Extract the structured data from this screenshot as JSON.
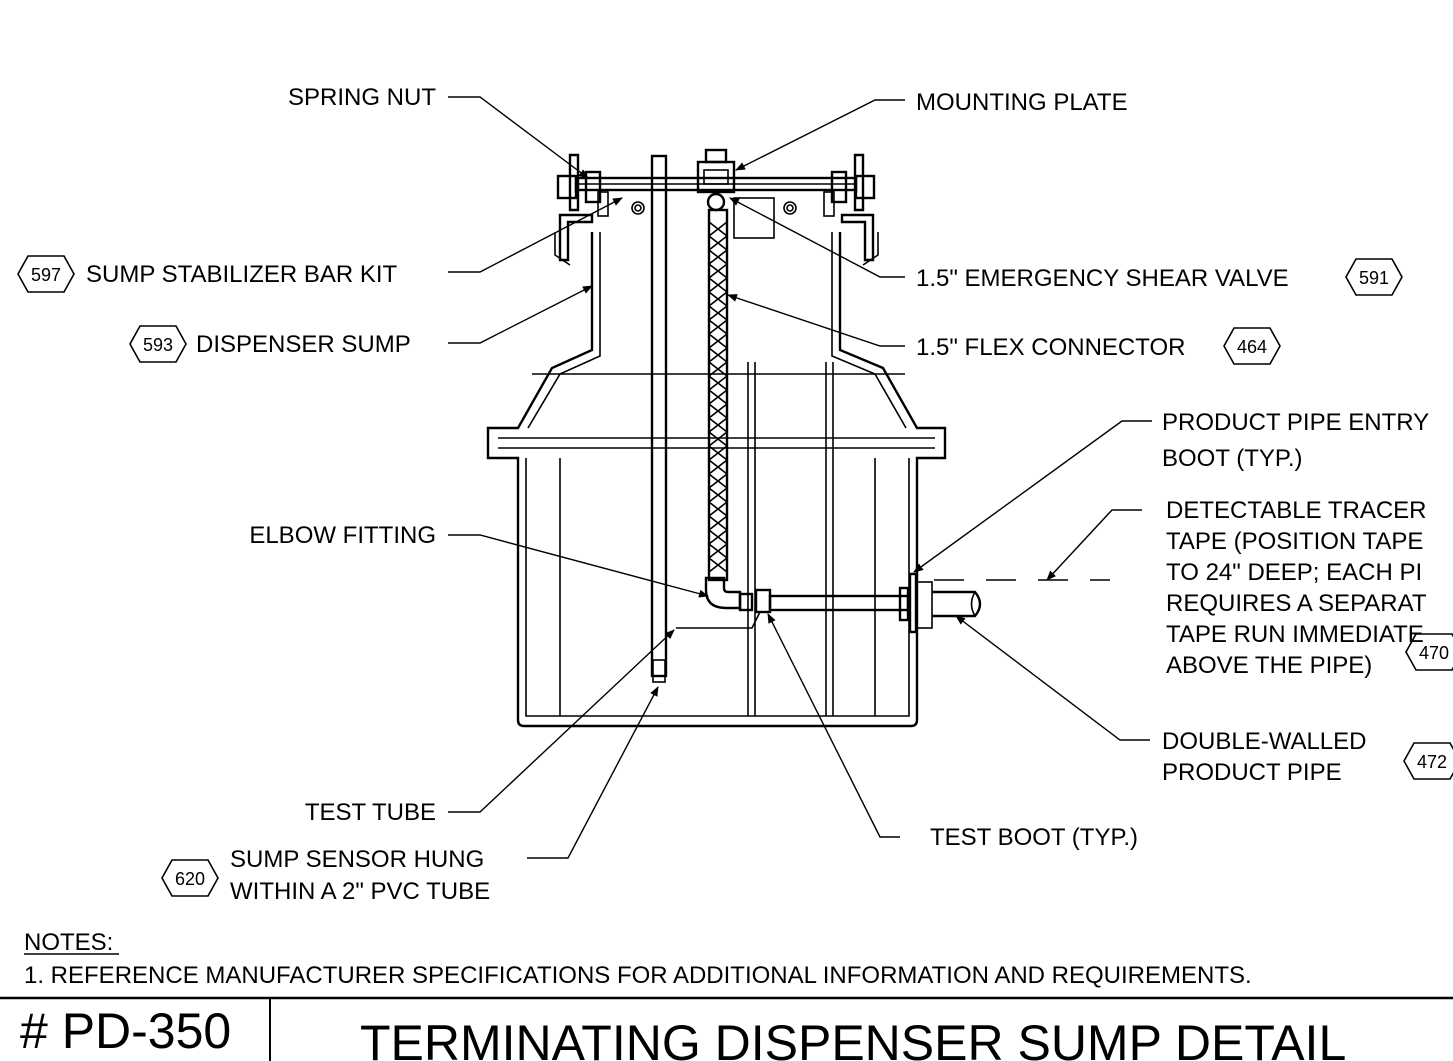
{
  "callouts": {
    "spring_nut": "SPRING NUT",
    "mounting_plate": "MOUNTING PLATE",
    "stabilizer": {
      "tag": "597",
      "label": "SUMP STABILIZER BAR KIT"
    },
    "shear_valve": {
      "label": "1.5\" EMERGENCY SHEAR VALVE",
      "tag": "591"
    },
    "dispenser_sump": {
      "tag": "593",
      "label": "DISPENSER SUMP"
    },
    "flex_connector": {
      "label": "1.5\" FLEX CONNECTOR",
      "tag": "464"
    },
    "entry_boot": [
      "PRODUCT PIPE ENTRY",
      "BOOT (TYP.)"
    ],
    "tracer_tape": {
      "lines": [
        "DETECTABLE TRACER",
        "TAPE (POSITION TAPE",
        "TO 24\" DEEP; EACH PI",
        "REQUIRES A SEPARAT",
        "TAPE RUN IMMEDIATE",
        "ABOVE THE PIPE)"
      ],
      "tag": "470"
    },
    "elbow_fitting": "ELBOW FITTING",
    "double_walled": {
      "lines": [
        "DOUBLE-WALLED",
        "PRODUCT PIPE"
      ],
      "tag": "472"
    },
    "test_tube": "TEST TUBE",
    "test_boot": "TEST BOOT (TYP.)",
    "sump_sensor": {
      "tag": "620",
      "lines": [
        "SUMP SENSOR HUNG",
        "WITHIN A 2\" PVC TUBE"
      ]
    }
  },
  "notes": {
    "heading": "NOTES:",
    "items": [
      "1. REFERENCE MANUFACTURER SPECIFICATIONS FOR ADDITIONAL INFORMATION AND REQUIREMENTS."
    ]
  },
  "title_block": {
    "number": "# PD-350",
    "title": "TERMINATING DISPENSER SUMP DETAIL"
  }
}
